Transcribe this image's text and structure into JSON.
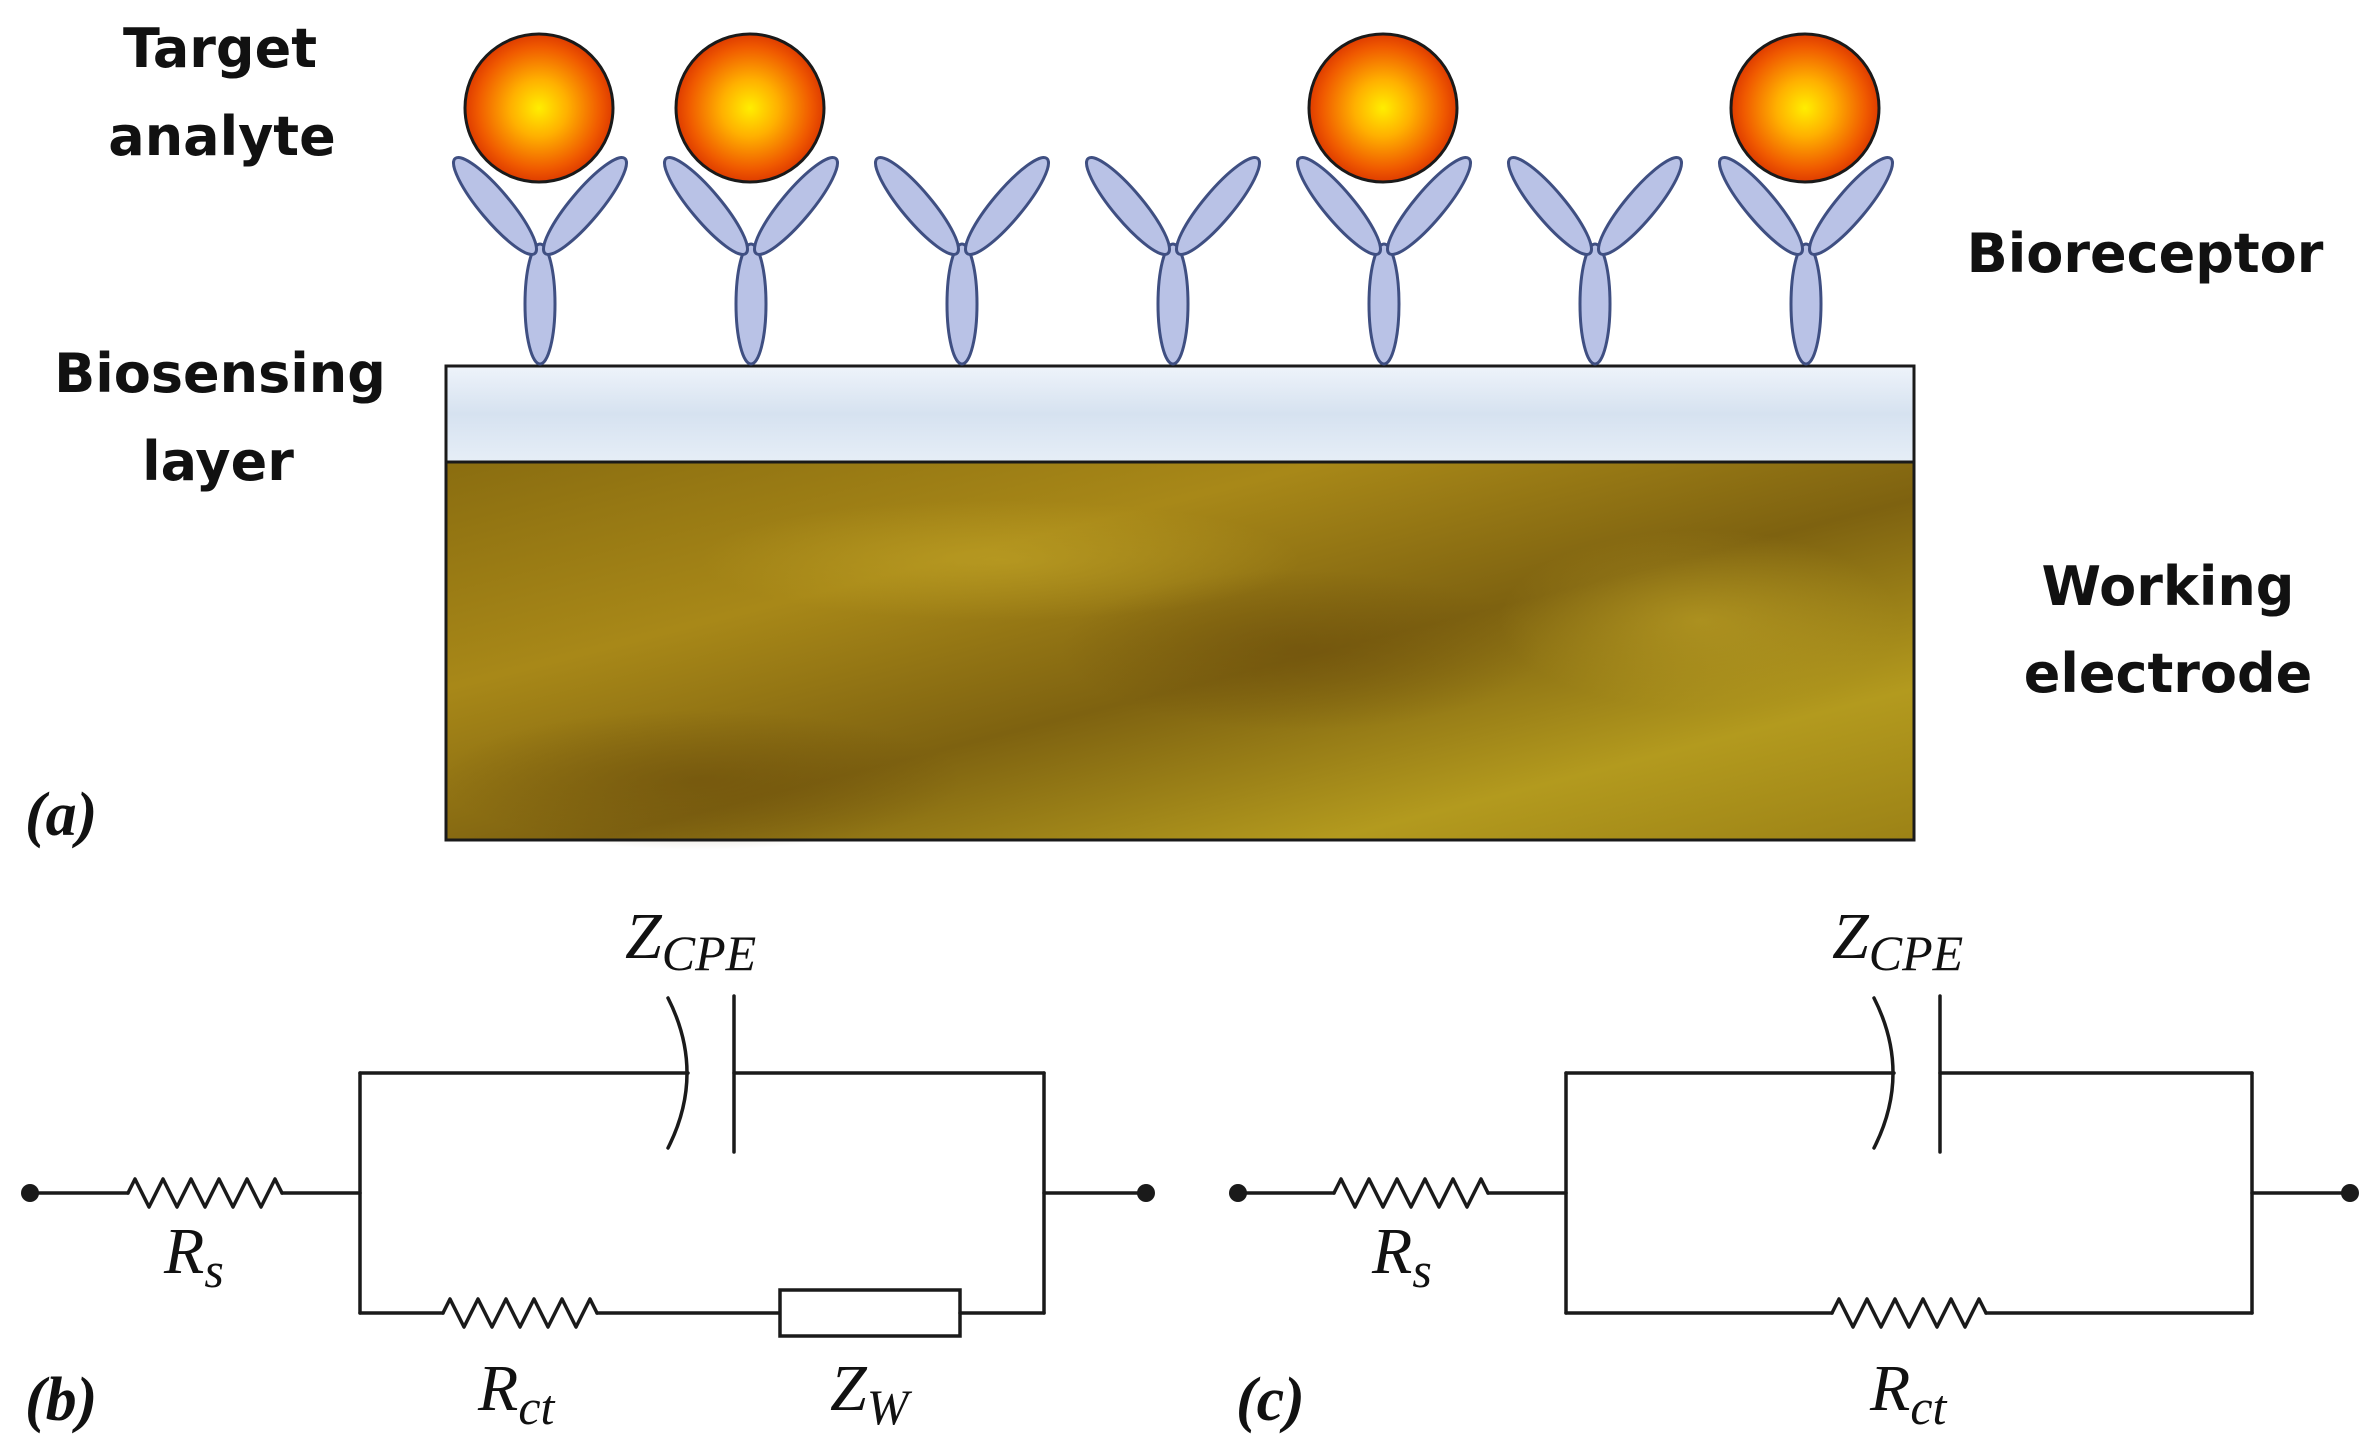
{
  "panel_a": {
    "letter": "(a)",
    "target_analyte_line1": "Target",
    "target_analyte_line2": "analyte",
    "bioreceptor": "Bioreceptor",
    "biosensing_line1": "Biosensing",
    "biosensing_line2": "layer",
    "working_line1": "Working",
    "working_line2": "electrode",
    "receptor_count": 7,
    "bound_receptors": [
      0,
      1,
      4,
      6
    ]
  },
  "panel_b": {
    "letter": "(b)",
    "rs_main": "R",
    "rs_sub": "s",
    "cpe_main": "Z",
    "cpe_sub": "CPE",
    "rct_main": "R",
    "rct_sub": "ct",
    "zw_main": "Z",
    "zw_sub": "W"
  },
  "panel_c": {
    "letter": "(c)",
    "rs_main": "R",
    "rs_sub": "s",
    "cpe_main": "Z",
    "cpe_sub": "CPE",
    "rct_main": "R",
    "rct_sub": "ct"
  },
  "colors": {
    "electrode": "#9a7c15",
    "biolayer": "#dbe6f2",
    "receptor": "#b9c2e6",
    "receptor_stroke": "#3f4f82",
    "analyte_core": "#ffe600",
    "analyte_edge": "#e03000"
  }
}
